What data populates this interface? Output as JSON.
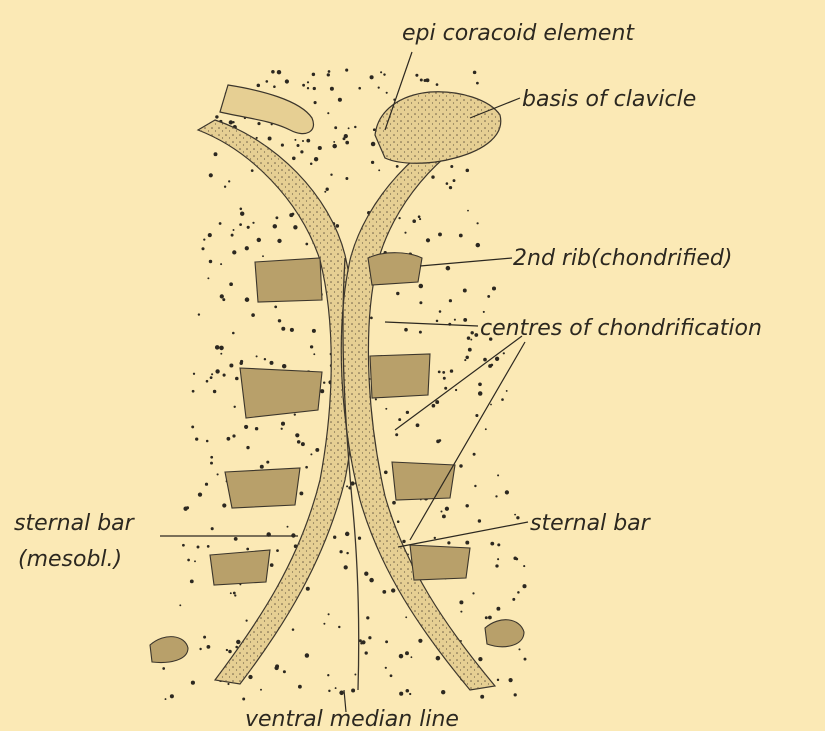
{
  "figure": {
    "labels": {
      "epicoracoid": "epi coracoid element",
      "clavicle": "basis of clavicle",
      "rib2": "2nd rib(chondrified)",
      "centres": "centres of chondrification",
      "sternal_left_1": "sternal bar",
      "sternal_left_2": "(mesobl.)",
      "sternal_right": "sternal bar",
      "median": "ventral median line"
    },
    "colors": {
      "background": "#fbe9b5",
      "ink": "#2c2820",
      "cartilage": "#e6cf93",
      "rib_fill": "#b8a06a"
    }
  }
}
